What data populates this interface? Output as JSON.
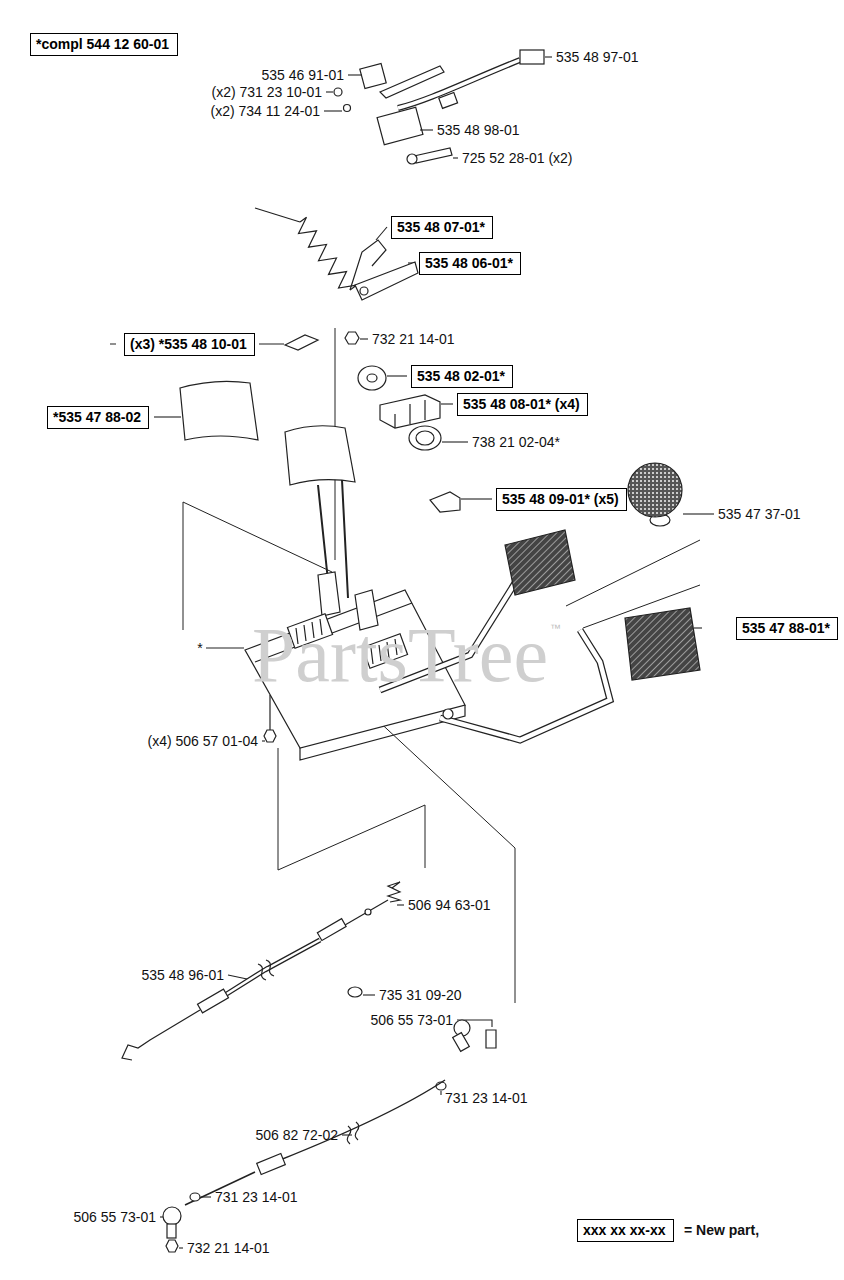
{
  "diagram": {
    "nodes": [
      {
        "text": [
          "*compl 544 12 60-01"
        ]
      },
      {
        "text": [
          "535 48 07-01*"
        ]
      },
      {
        "text": [
          "535 48 06-01*"
        ]
      },
      {
        "text": [
          "(x3) *535 48 10-01"
        ]
      },
      {
        "text": [
          "535 48 02-01*"
        ]
      },
      {
        "text": [
          "535 48 08-01* (x4)"
        ]
      },
      {
        "text": [
          "*535 47 88-02"
        ]
      },
      {
        "text": [
          "535 48 09-01* (x5)"
        ]
      },
      {
        "text": [
          "535 47 88-01*"
        ]
      },
      {
        "text": [
          "xxx xx xx-xx"
        ]
      }
    ],
    "labels": [
      "535 46 91-01",
      "535 48 97-01",
      "(x2) 731 23 10-01",
      "(x2) 734 11 24-01",
      "535 48 98-01",
      "725 52 28-01 (x2)",
      "732 21 14-01",
      "738 21 02-04*",
      "535 47 37-01",
      "*",
      "(x4) 506 57 01-04",
      "506 94 63-01",
      "535 48 96-01",
      "735 31 09-20",
      "506 55 73-01",
      "731 23 14-01",
      "506 82 72-02",
      "731 23 14-01",
      "506 55 73-01",
      "732 21 14-01",
      "= New part,",
      "PartsTree",
      "™"
    ]
  }
}
